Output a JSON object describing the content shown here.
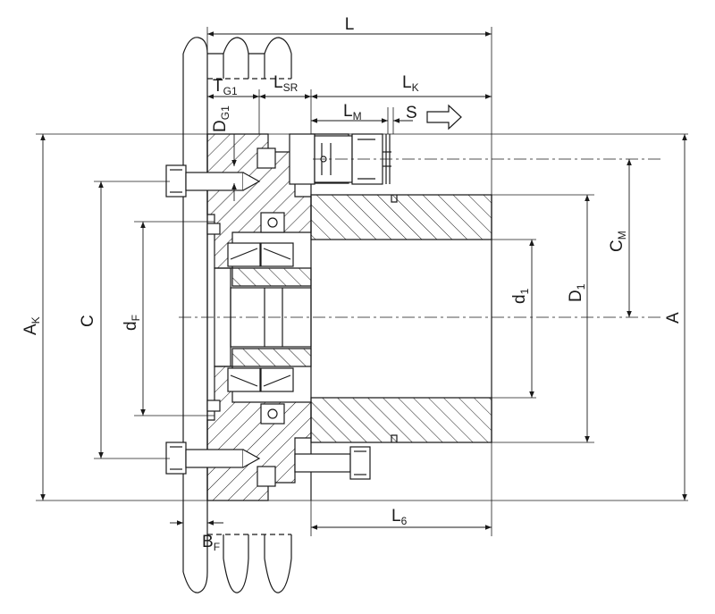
{
  "colors": {
    "line": "#1a1a1a",
    "hatch": "#1a1a1a",
    "background": "#ffffff"
  },
  "dimensions": {
    "L": {
      "main": "L",
      "sub": ""
    },
    "T_G1": {
      "main": "T",
      "sub": "G1"
    },
    "L_SR": {
      "main": "L",
      "sub": "SR"
    },
    "L_K": {
      "main": "L",
      "sub": "K"
    },
    "D_G1": {
      "main": "D",
      "sub": "G1"
    },
    "L_M": {
      "main": "L",
      "sub": "M"
    },
    "S": {
      "main": "S",
      "sub": ""
    },
    "A_K": {
      "main": "A",
      "sub": "K"
    },
    "C": {
      "main": "C",
      "sub": ""
    },
    "d_F": {
      "main": "d",
      "sub": "F"
    },
    "d_1": {
      "main": "d",
      "sub": "1"
    },
    "D_1": {
      "main": "D",
      "sub": "1"
    },
    "C_M": {
      "main": "C",
      "sub": "M"
    },
    "A": {
      "main": "A",
      "sub": ""
    },
    "L_6": {
      "main": "L",
      "sub": "6"
    },
    "B_F": {
      "main": "B",
      "sub": "F"
    }
  },
  "icons": {
    "direction_arrow": "hollow-right-arrow-icon"
  }
}
